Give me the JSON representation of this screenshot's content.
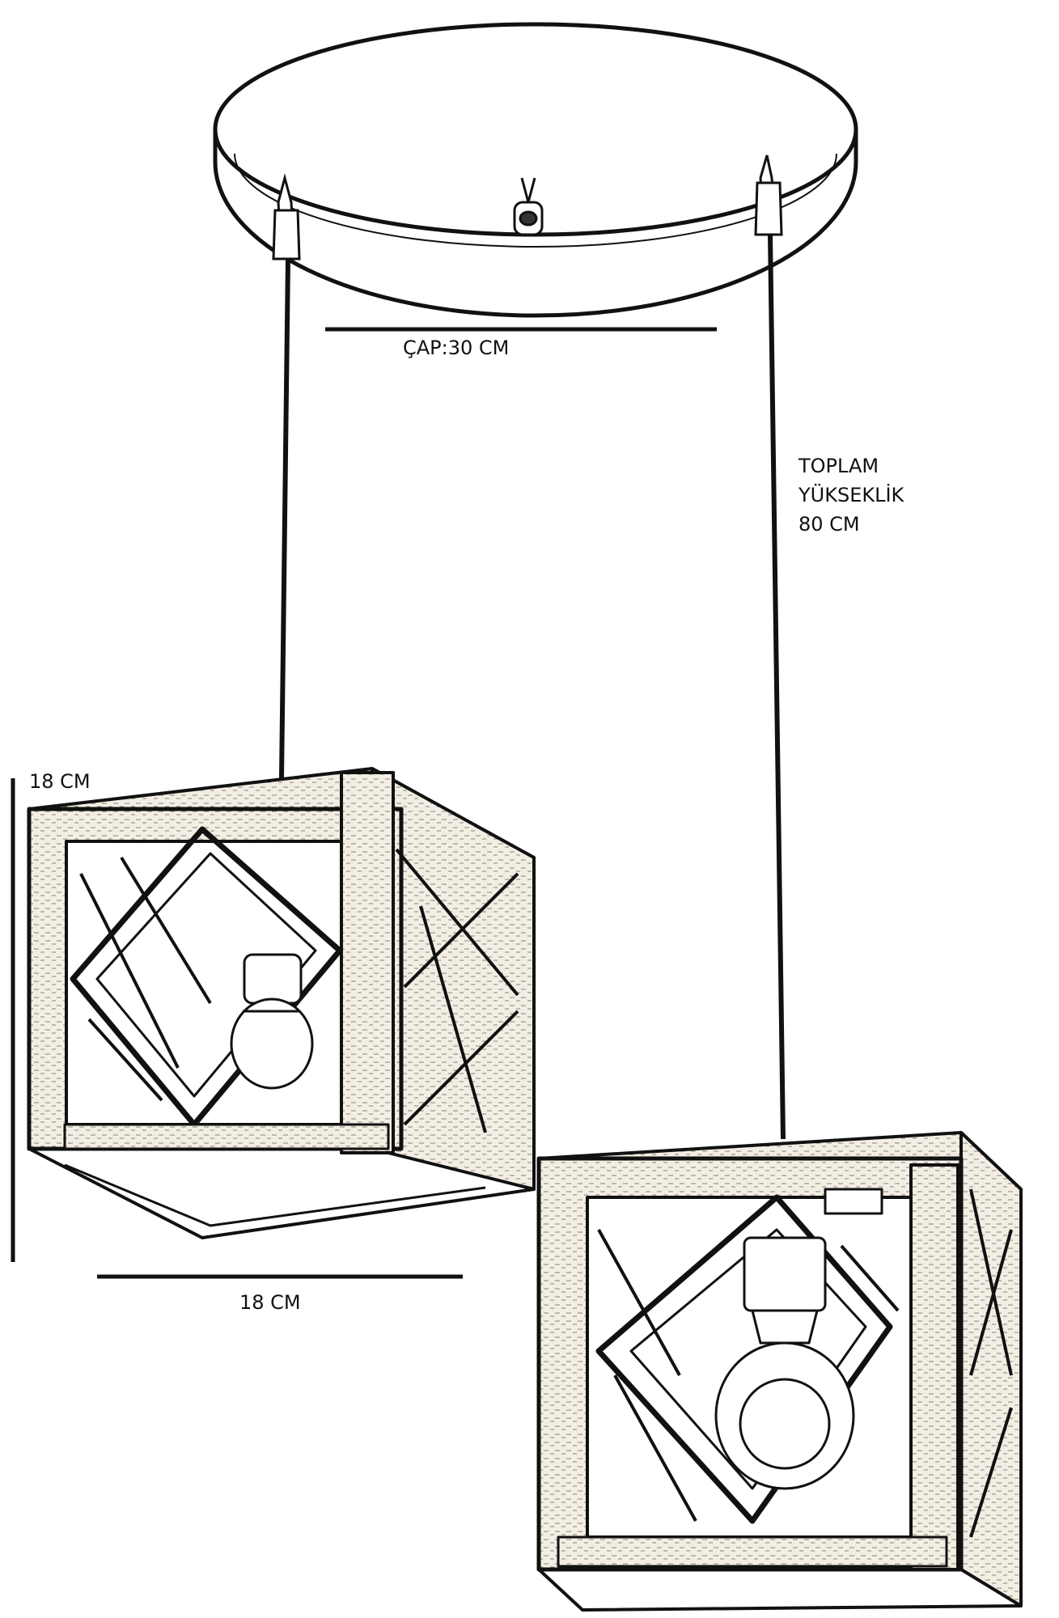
{
  "dimensions": {
    "diameter": "ÇAP:30 CM",
    "total_height": {
      "line1": "TOPLAM",
      "line2": "YÜKSEKLİK",
      "line3": "80 CM"
    },
    "shade_height": "18 CM",
    "shade_width": "18 CM"
  },
  "colors": {
    "ink": "#111111",
    "background": "#ffffff",
    "wood": "#f1ece2"
  }
}
